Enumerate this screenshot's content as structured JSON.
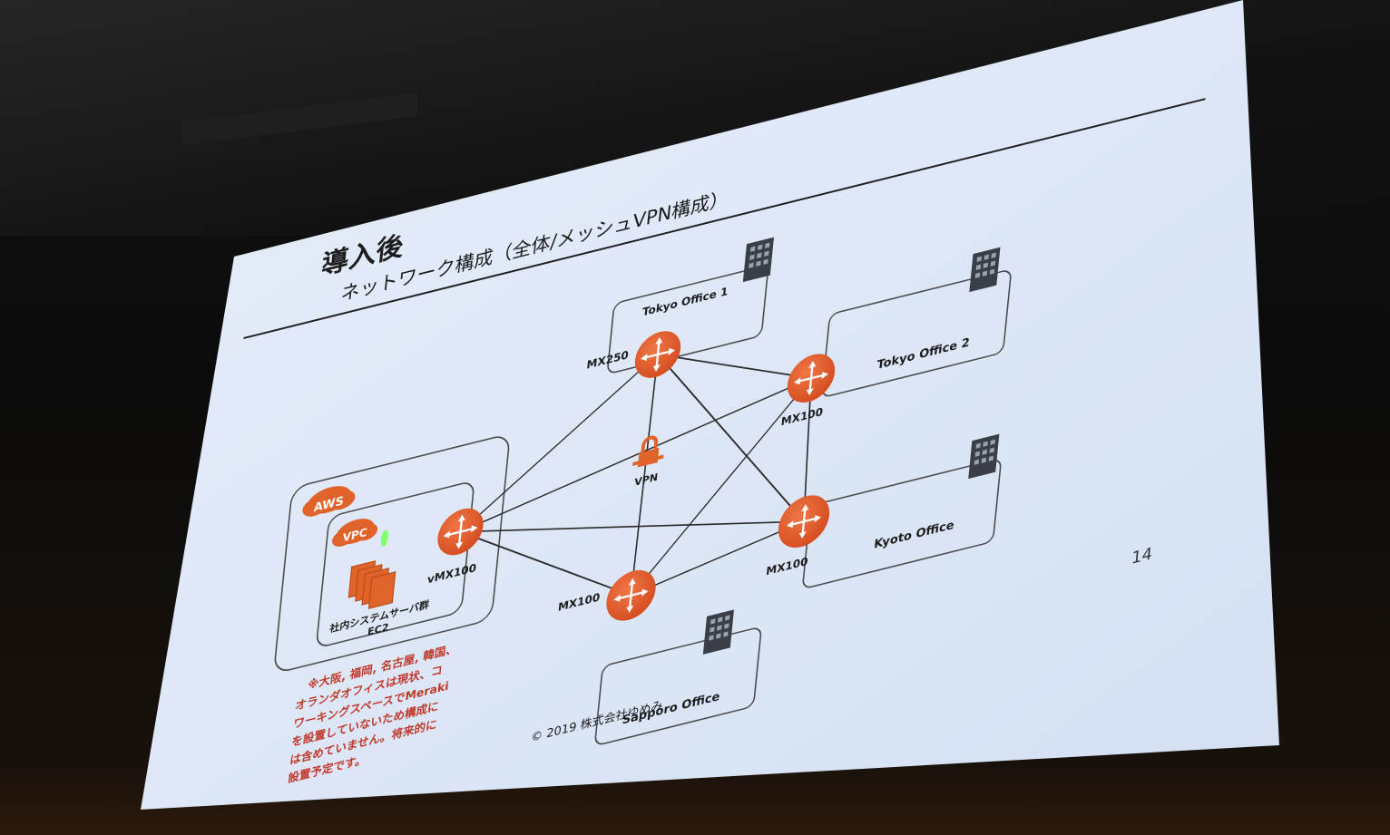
{
  "slide": {
    "title": "導入後",
    "subtitle": "ネットワーク構成（全体/メッシュVPN構成）",
    "page_number": "14",
    "footer": "© 2019 株式会社ゆめみ",
    "colors": {
      "slide_bg": "#dfe9f7",
      "router": "#e05a2b",
      "aws": "#e0632a",
      "note_text": "#c0392b",
      "building": "#3a3f47"
    }
  },
  "diagram": {
    "aws_label": "AWS",
    "vpc_label": "VPC",
    "servers_label_line1": "社内システムサーバ群",
    "servers_label_line2": "EC2",
    "vpn_label": "VPN",
    "nodes": {
      "vmx": {
        "model": "vMX100"
      },
      "tokyo1": {
        "office": "Tokyo Office 1",
        "model": "MX250"
      },
      "tokyo2": {
        "office": "Tokyo Office 2",
        "model": "MX100"
      },
      "kyoto": {
        "office": "Kyoto Office",
        "model": "MX100"
      },
      "sapporo": {
        "office": "Sapporo Office",
        "model": "MX100"
      }
    }
  },
  "note": {
    "lines": [
      "※大阪, 福岡, 名古屋, 韓国、",
      "オランダオフィスは現状、コ",
      "ワーキングスペースでMeraki",
      "を設置していないため構成に",
      "は含めていません。将来的に",
      "設置予定です。"
    ]
  }
}
